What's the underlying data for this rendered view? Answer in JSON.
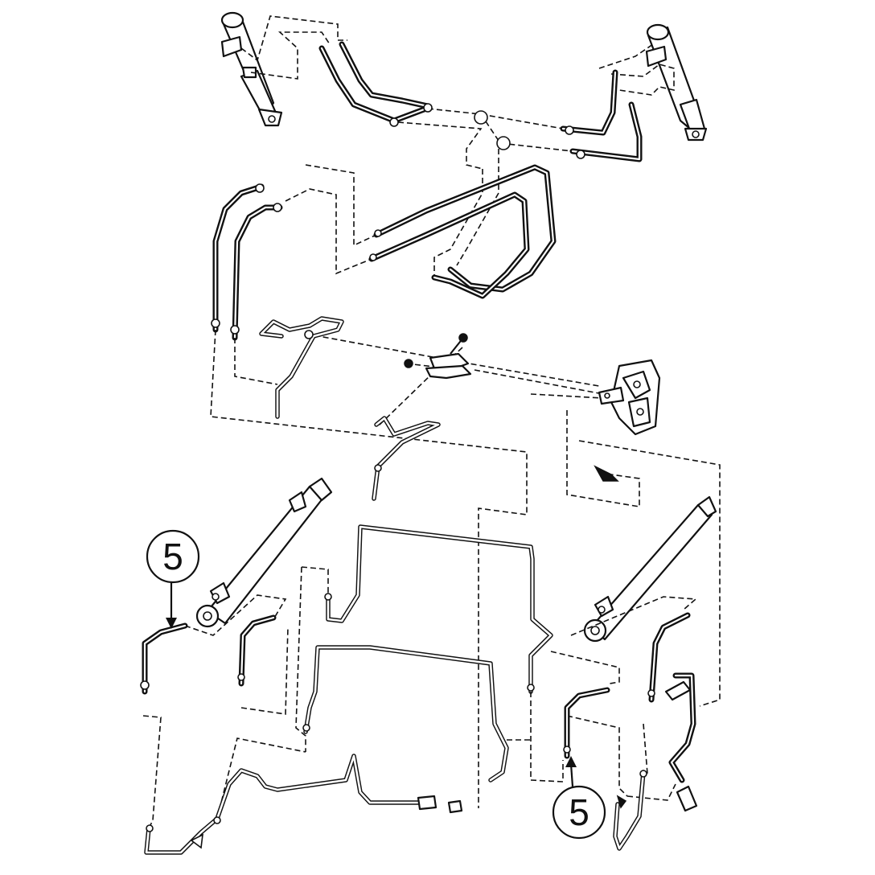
{
  "callouts": [
    {
      "id": "callout-left",
      "label": "5"
    },
    {
      "id": "callout-right",
      "label": "5"
    }
  ]
}
